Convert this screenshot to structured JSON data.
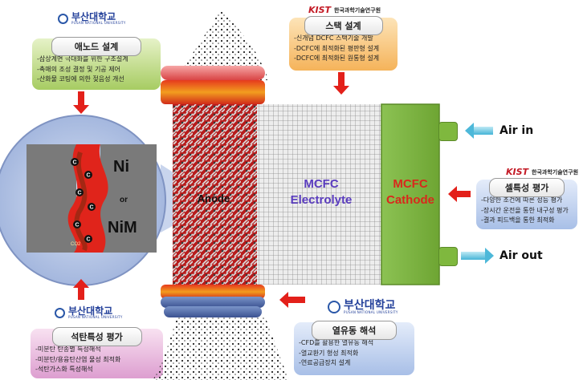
{
  "logos": {
    "pnu_top": {
      "title": "부산대학교",
      "sub": "PUSAN NATIONAL UNIVERSITY"
    },
    "pnu_bottom_left": {
      "title": "부산대학교",
      "sub": "PUSAN NATIONAL UNIVERSITY"
    },
    "pnu_bottom_right": {
      "title": "부산대학교",
      "sub": "PUSAN NATIONAL UNIVERSITY"
    },
    "kist_top": {
      "mark": "KIST",
      "title": "한국과학기술연구원"
    },
    "kist_right": {
      "mark": "KIST",
      "title": "한국과학기술연구원"
    }
  },
  "panels": {
    "anode_design": {
      "title": "애노드 설계",
      "items": [
        "-삼상계면 극대화를 위한 구조설계",
        "-촉매의 조성 결정 및 기공 제어",
        "-산화물 코팅에 의한 젖음성 개선"
      ]
    },
    "stack_design": {
      "title": "스택 설계",
      "items": [
        "-신개념 DCFC 스택기술 개발",
        "-DCFC에 최적화된 평판형 설계",
        "-DCFC에 최적화된 원통형 설계"
      ]
    },
    "cell_eval": {
      "title": "셀특성 평가",
      "items": [
        "-다양한 조건에 따른 성능 평가",
        "-장시간 운전을 통한 내구성 평가",
        "-결과 피드백을 통한 최적화"
      ]
    },
    "coal_eval": {
      "title": "석탄특성 평가",
      "items": [
        "-미분탄 탄종별 특성해석",
        "-미분탄/용융탄산염 물성 최적화",
        "-석탄가스화 특성해석"
      ]
    },
    "thermal_analysis": {
      "title": "열유동 해석",
      "items": [
        "-CFD를 활용한 열유동 해석",
        "-열교환기 형성 최적화",
        "-연료공급장치 설계"
      ]
    }
  },
  "zoom": {
    "metal_top": "Ni",
    "or": "or",
    "metal_bottom": "NiM",
    "carbon_symbol": "C",
    "co2_label": "CO2"
  },
  "cell": {
    "anode": "Anode",
    "electrolyte_line1": "MCFC",
    "electrolyte_line2": "Electrolyte",
    "cathode_line1": "MCFC",
    "cathode_line2": "Cathode"
  },
  "air": {
    "in": "Air in",
    "out": "Air out"
  },
  "colors": {
    "anode_red": "#c8201e",
    "electrolyte_blue": "#5a3cbf",
    "cathode_green": "#7fb83e",
    "arrow_red": "#e3201a",
    "air_blue": "#45b4d6"
  }
}
